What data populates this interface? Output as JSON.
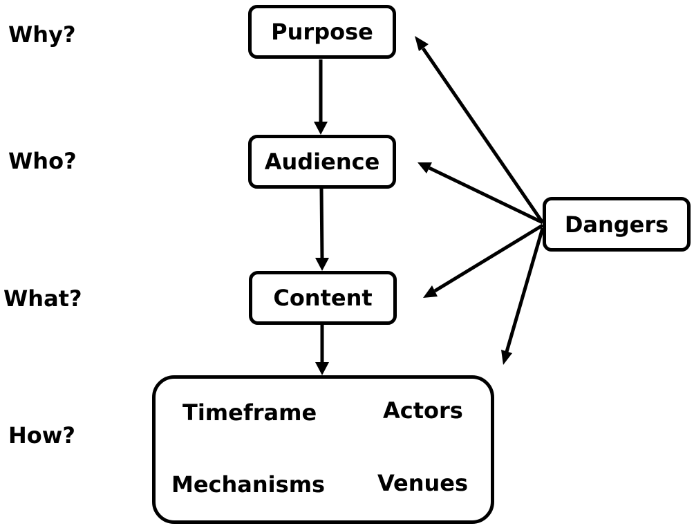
{
  "questions": {
    "why": "Why?",
    "who": "Who?",
    "what": "What?",
    "how": "How?"
  },
  "boxes": {
    "purpose": "Purpose",
    "audience": "Audience",
    "content": "Content",
    "dangers": "Dangers"
  },
  "how_items": {
    "timeframe": "Timeframe",
    "actors": "Actors",
    "mechanisms": "Mechanisms",
    "venues": "Venues"
  }
}
